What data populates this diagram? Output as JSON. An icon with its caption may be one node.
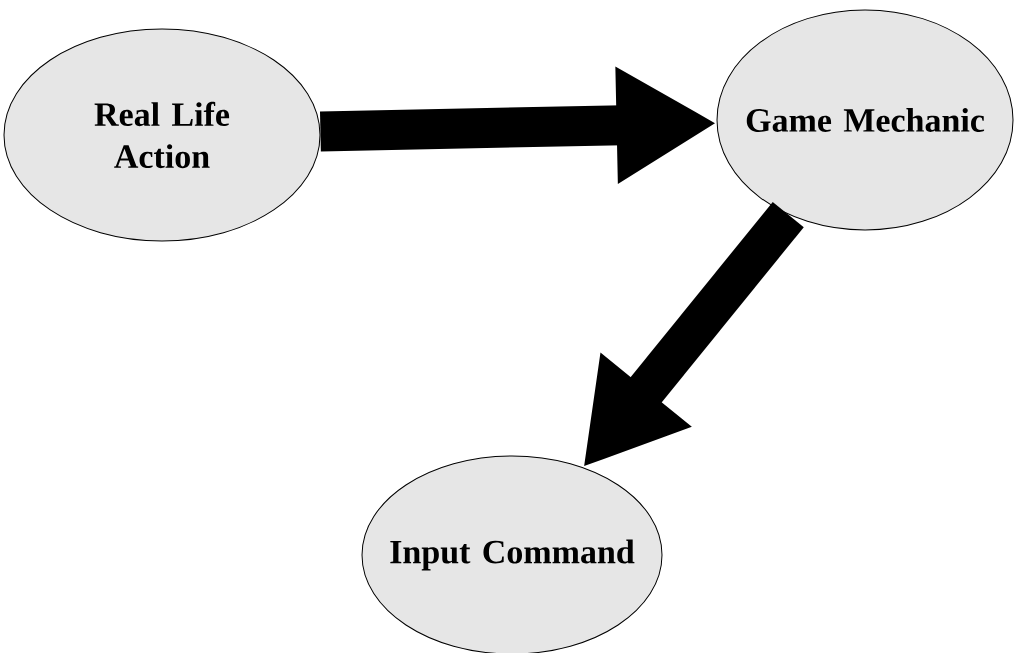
{
  "diagram": {
    "nodes": [
      {
        "text": [
          "Real Life Action"
        ]
      },
      {
        "text": [
          "Game Mechanic"
        ]
      },
      {
        "text": [
          "Input Command"
        ]
      }
    ],
    "edges": [
      {
        "from": 0,
        "to": 1,
        "arrow": "to"
      },
      {
        "from": 1,
        "to": 2,
        "arrow": "to"
      }
    ]
  }
}
